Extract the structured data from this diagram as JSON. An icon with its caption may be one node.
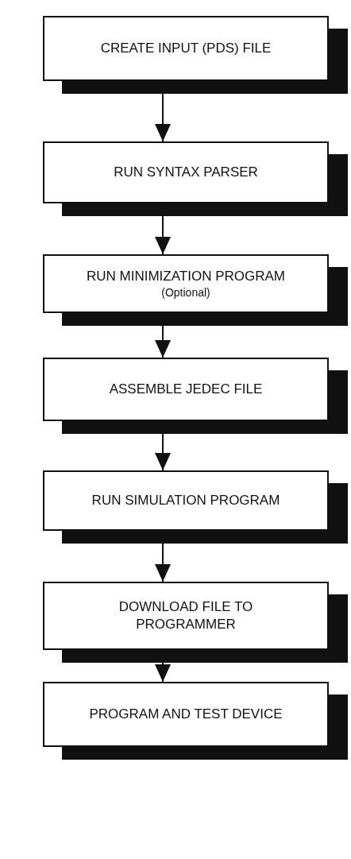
{
  "diagram": {
    "nodes": [
      {
        "text": [
          "CREATE INPUT (PDS) FILE"
        ]
      },
      {
        "text": [
          "RUN SYNTAX PARSER"
        ]
      },
      {
        "text": [
          "RUN MINIMIZATION PROGRAM",
          "(Optional)"
        ]
      },
      {
        "text": [
          "ASSEMBLE JEDEC FILE"
        ]
      },
      {
        "text": [
          "RUN SIMULATION PROGRAM"
        ]
      },
      {
        "text": [
          "DOWNLOAD FILE TO PROGRAMMER"
        ]
      },
      {
        "text": [
          "PROGRAM AND TEST DEVICE"
        ]
      }
    ],
    "edges": [
      {
        "from": 0,
        "to": 1,
        "arrow": "to"
      },
      {
        "from": 1,
        "to": 2,
        "arrow": "to"
      },
      {
        "from": 2,
        "to": 3,
        "arrow": "to"
      },
      {
        "from": 3,
        "to": 4,
        "arrow": "to"
      },
      {
        "from": 4,
        "to": 5,
        "arrow": "to"
      },
      {
        "from": 5,
        "to": 6,
        "arrow": "to"
      }
    ]
  }
}
